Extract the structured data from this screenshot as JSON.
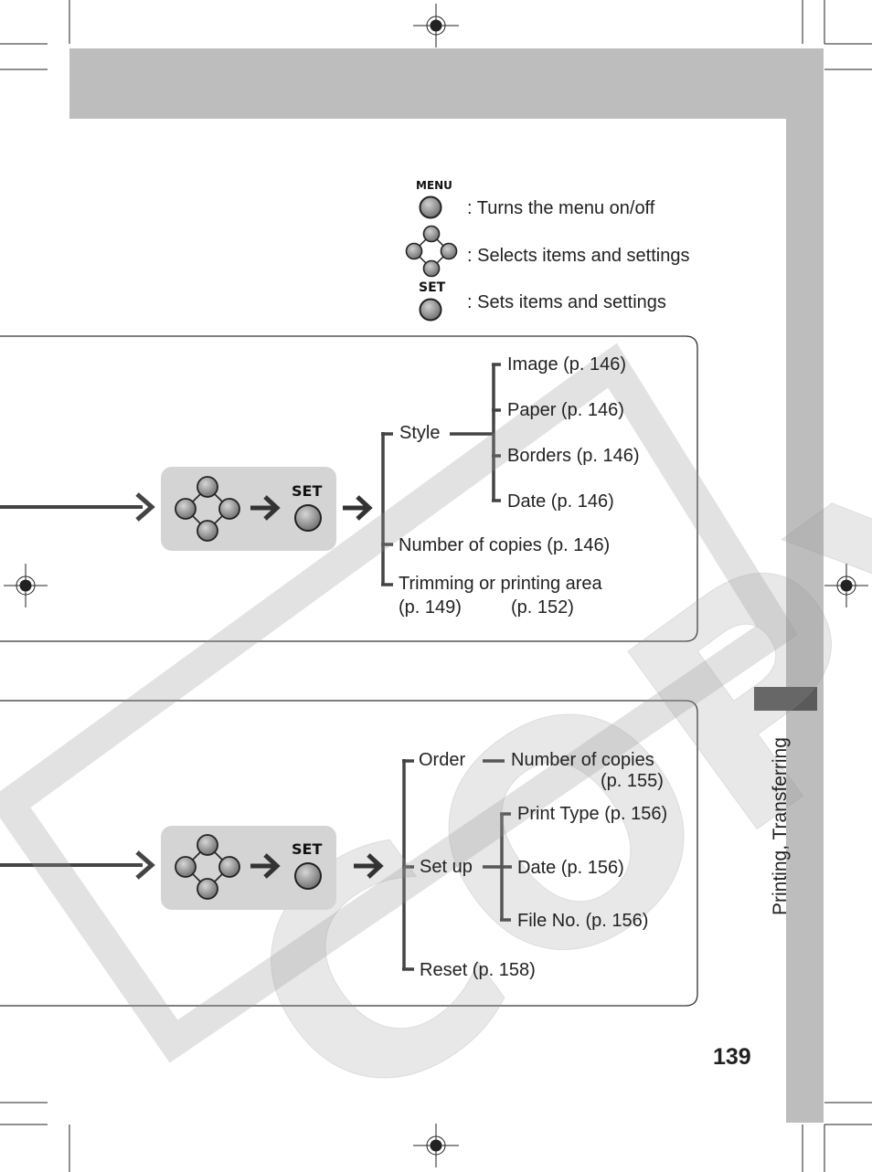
{
  "legend": {
    "menu_label": "MENU",
    "menu_text": ": Turns the menu on/off",
    "select_text": ": Selects items and settings",
    "set_label": "SET",
    "set_text": ": Sets items and settings"
  },
  "panel1": {
    "set_label": "SET",
    "style": "Style",
    "image": "Image (p. 146)",
    "paper": "Paper (p. 146)",
    "borders": "Borders (p. 146)",
    "date": "Date (p. 146)",
    "copies": "Number of copies (p. 146)",
    "trimming": "Trimming or printing area",
    "trim_ref1": "(p. 149)",
    "trim_ref2": "(p. 152)"
  },
  "panel2": {
    "set_label": "SET",
    "order": "Order",
    "copies_line1": "Number of copies",
    "copies_line2": "(p. 155)",
    "setup": "Set up",
    "print_type": "Print Type (p. 156)",
    "date": "Date (p. 156)",
    "file_no": "File No. (p. 156)",
    "reset": "Reset (p. 158)"
  },
  "side_label": "Printing, Transferring",
  "page_number": "139",
  "watermark": "COPY"
}
